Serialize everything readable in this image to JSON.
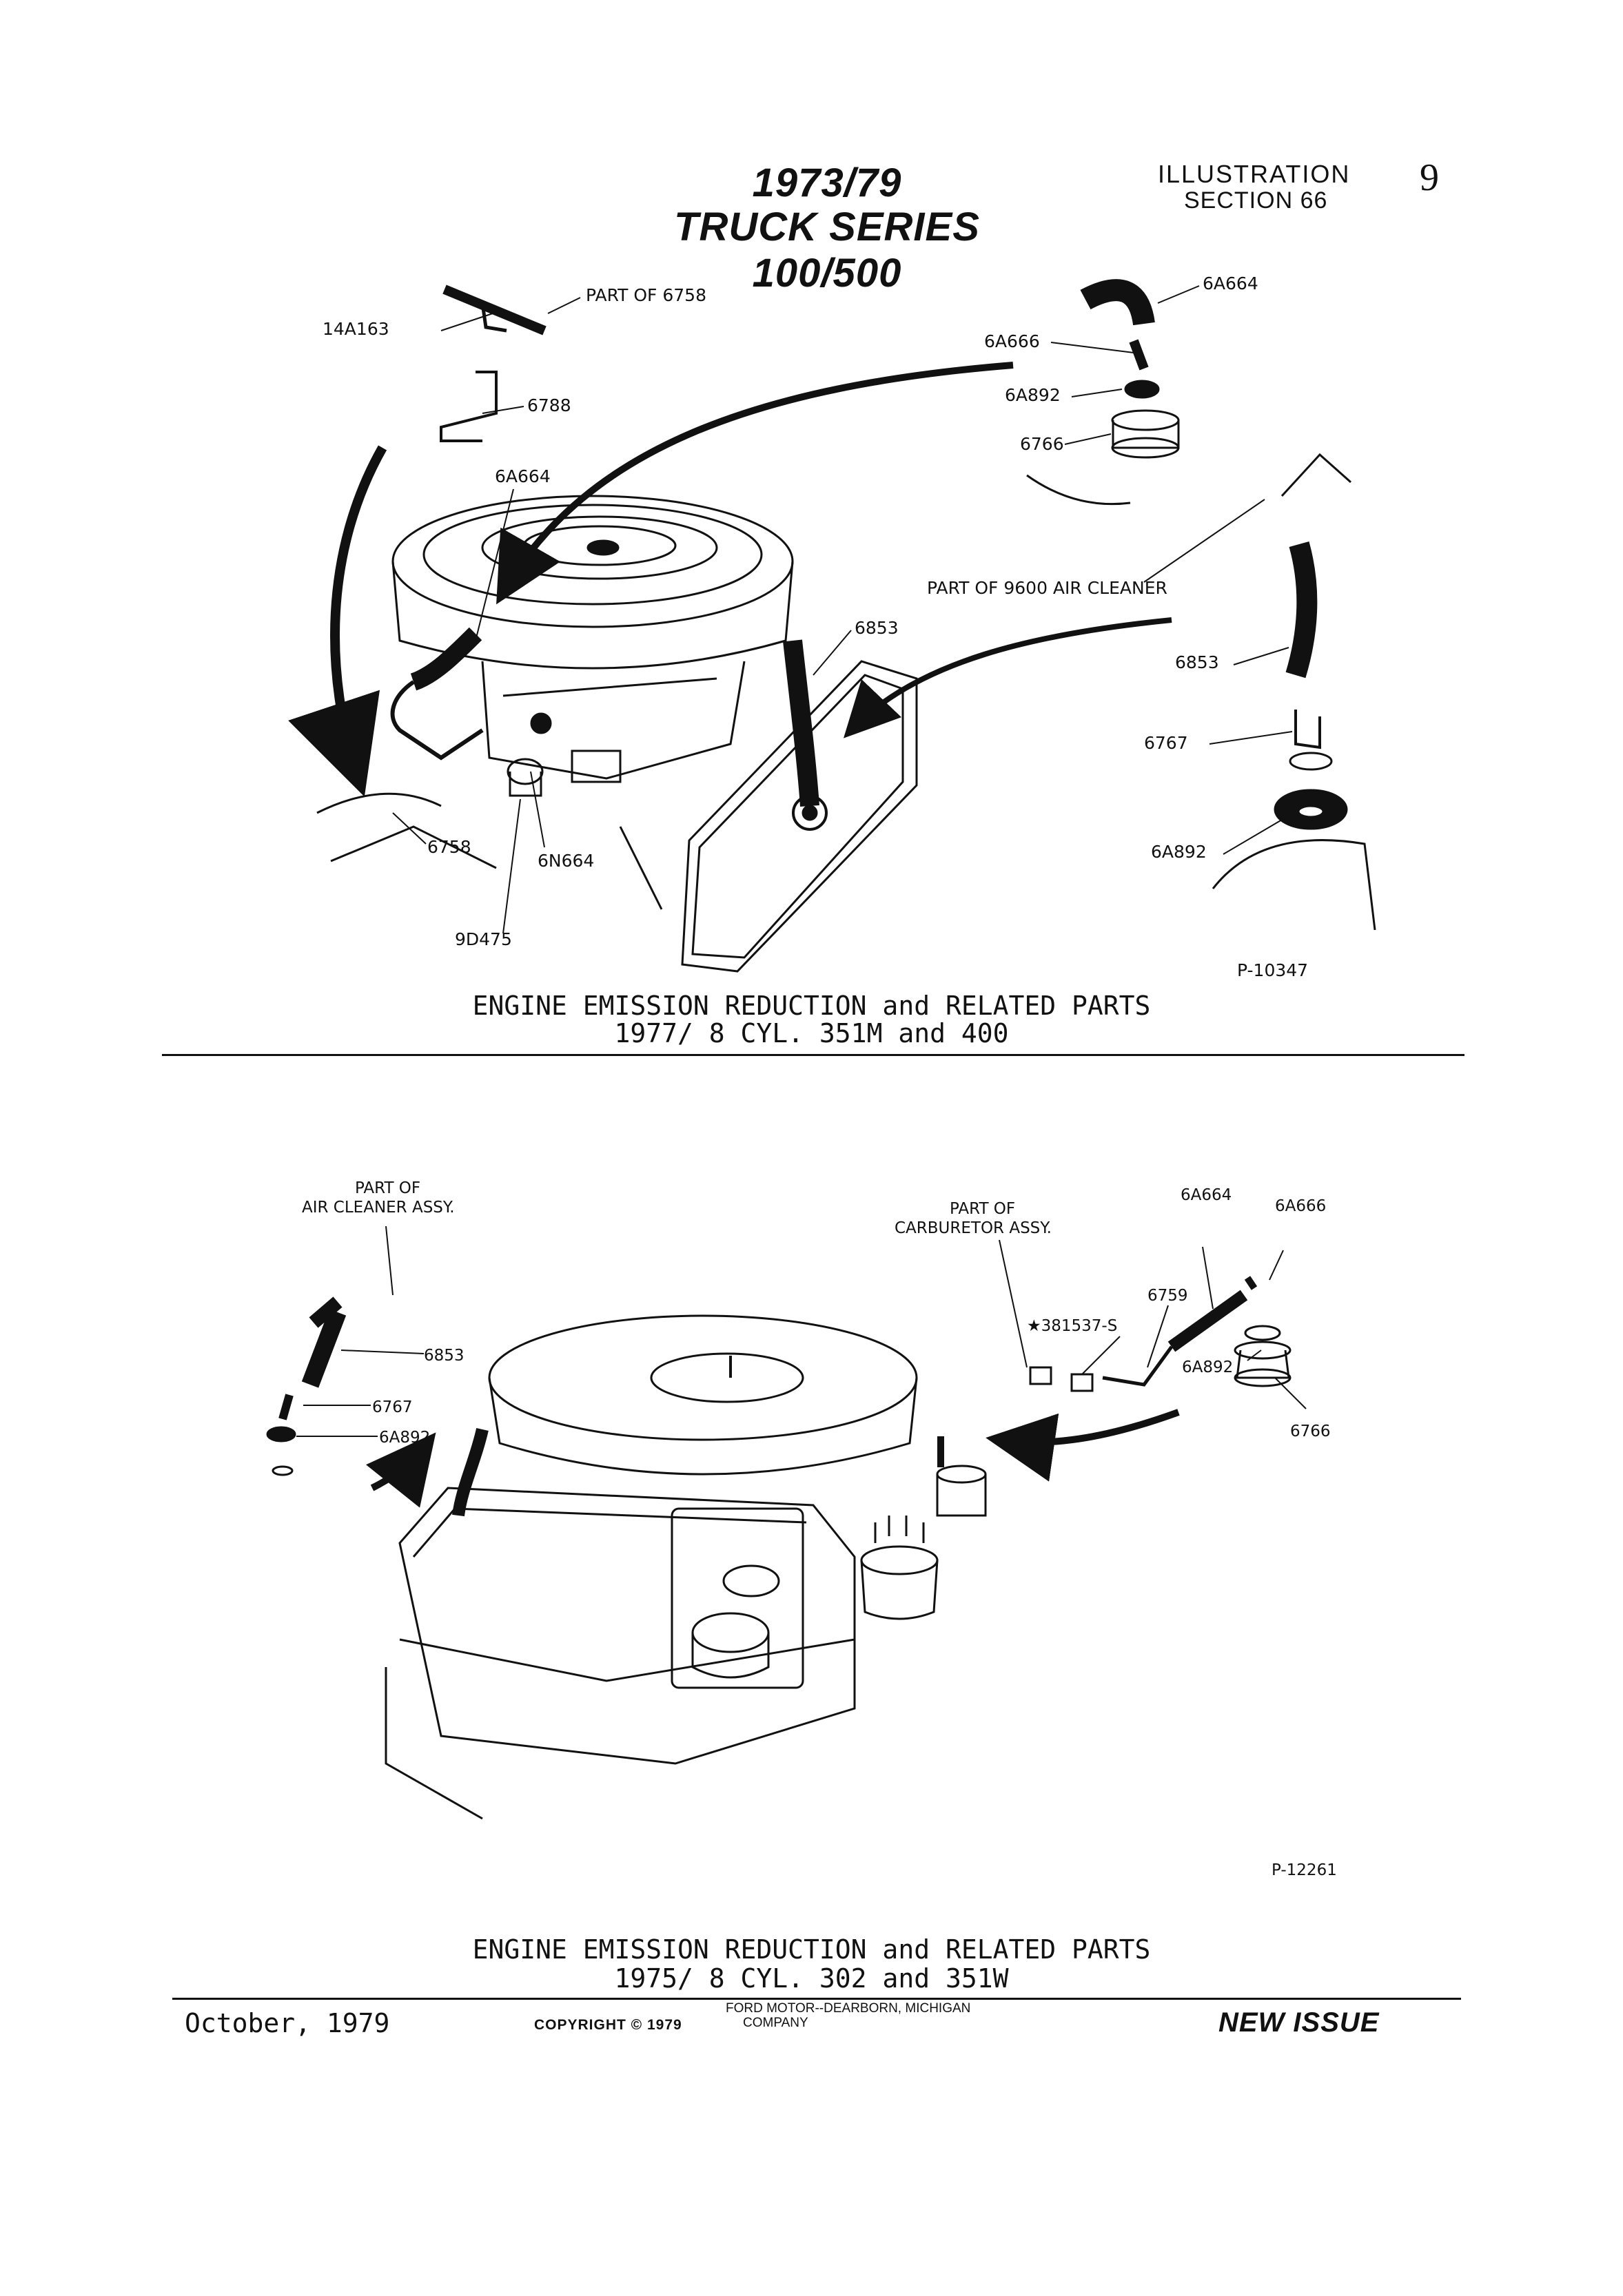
{
  "header": {
    "years": "1973/79",
    "series": "TRUCK SERIES 100/500",
    "illustration": "ILLUSTRATION",
    "section": "SECTION 66",
    "page_number": "9"
  },
  "figure1": {
    "callouts": {
      "c_14a163": "14A163",
      "c_part6758": "PART OF 6758",
      "c_6788": "6788",
      "c_6a664_left": "6A664",
      "c_6a664_top": "6A664",
      "c_6a666": "6A666",
      "c_6a892_top": "6A892",
      "c_6766": "6766",
      "c_part9600": "PART OF 9600 AIR CLEANER",
      "c_6853_center": "6853",
      "c_6853_right": "6853",
      "c_6767": "6767",
      "c_6a892_right": "6A892",
      "c_6758": "6758",
      "c_6n664": "6N664",
      "c_9d475": "9D475"
    },
    "figure_id": "P-10347",
    "caption_line1": "ENGINE EMISSION REDUCTION and RELATED PARTS",
    "caption_line2": "1977/   8 CYL. 351M and 400"
  },
  "figure2": {
    "callouts": {
      "c_partof_left": "PART OF",
      "c_aircleaner_assy": "AIR CLEANER ASSY.",
      "c_6853": "6853",
      "c_6767": "6767",
      "c_6a892_left": "6A892",
      "c_partof_carb": "PART OF",
      "c_carb_assy": "CARBURETOR ASSY.",
      "c_6a664": "6A664",
      "c_6a666": "6A666",
      "c_6759": "6759",
      "c_381537s": "★381537-S",
      "c_6a892_right": "6A892",
      "c_6766": "6766"
    },
    "figure_id": "P-12261",
    "caption_line1": "ENGINE EMISSION REDUCTION and RELATED PARTS",
    "caption_line2": "1975/    8 CYL. 302 and 351W"
  },
  "footer": {
    "date": "October, 1979",
    "copyright": "COPYRIGHT © 1979",
    "publisher_line1": "FORD MOTOR--DEARBORN, MICHIGAN",
    "publisher_line2": "COMPANY",
    "issue": "NEW ISSUE"
  }
}
